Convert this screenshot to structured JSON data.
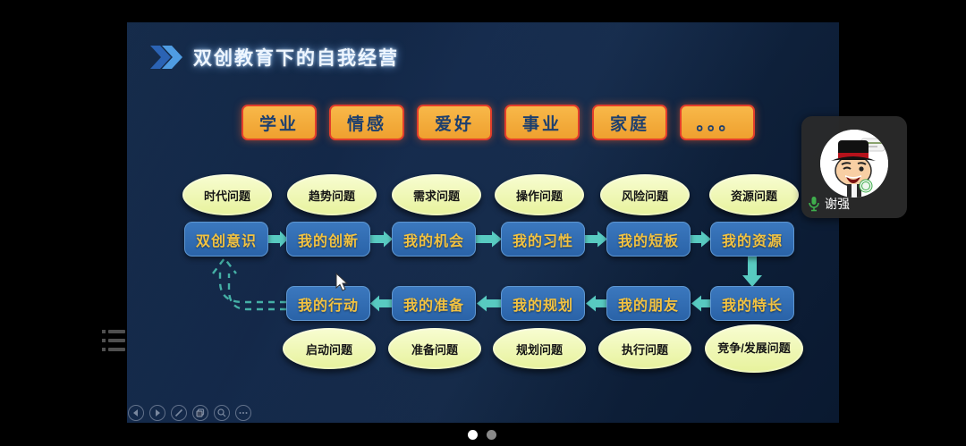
{
  "slide": {
    "title": "双创教育下的自我经营",
    "categories": [
      "学业",
      "情感",
      "爱好",
      "事业",
      "家庭",
      "。。。"
    ],
    "top_problems": [
      "时代问题",
      "趋势问题",
      "需求问题",
      "操作问题",
      "风险问题",
      "资源问题"
    ],
    "flow_row1": [
      "双创意识",
      "我的创新",
      "我的机会",
      "我的习性",
      "我的短板",
      "我的资源"
    ],
    "flow_row2": [
      "我的行动",
      "我的准备",
      "我的规划",
      "我的朋友",
      "我的特长"
    ],
    "bottom_problems": [
      "启动问题",
      "准备问题",
      "规划问题",
      "执行问题",
      "竞争/发展问题"
    ]
  },
  "meeting": {
    "participant": {
      "name": "谢强",
      "mic_status_icon": "microphone-on-icon"
    }
  },
  "toolbar": {
    "icons": [
      "previous-slide-icon",
      "next-slide-icon",
      "pen-icon",
      "slides-panel-icon",
      "zoom-icon",
      "more-icon"
    ]
  },
  "pagination": {
    "current": 1,
    "total": 2
  },
  "colors": {
    "category_fill": "#f2a93b",
    "category_border": "#e23e2b",
    "problem_fill": "#edf6a9",
    "flow_box_fill": "#2e6cb3",
    "flow_text": "#f2c241",
    "arrow": "#58cac1",
    "slide_bg": "#122743"
  }
}
